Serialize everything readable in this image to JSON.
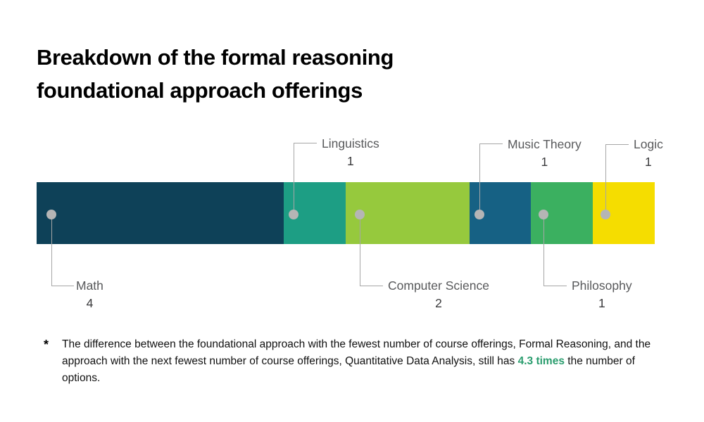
{
  "title": "Breakdown of the formal reasoning\nfoundational approach offerings",
  "chart_data": {
    "type": "bar",
    "orientation": "horizontal-stacked",
    "title": "Breakdown of the formal reasoning foundational approach offerings",
    "xlabel": "",
    "ylabel": "",
    "categories": [
      "Math",
      "Linguistics",
      "Computer Science",
      "Music Theory",
      "Philosophy",
      "Logic"
    ],
    "values": [
      4,
      1,
      2,
      1,
      1,
      1
    ],
    "total": 10,
    "unit": "course offerings",
    "grid": false,
    "legend": "none (direct labels with leader lines)",
    "segments": [
      {
        "label": "Math",
        "value": "4",
        "color": "#0e4158",
        "side": "bottom"
      },
      {
        "label": "Linguistics",
        "value": "1",
        "color": "#1d9e84",
        "side": "top"
      },
      {
        "label": "Computer Science",
        "value": "2",
        "color": "#96c93d",
        "side": "bottom"
      },
      {
        "label": "Music Theory",
        "value": "1",
        "color": "#166184",
        "side": "top"
      },
      {
        "label": "Philosophy",
        "value": "1",
        "color": "#3bb060",
        "side": "bottom"
      },
      {
        "label": "Logic",
        "value": "1",
        "color": "#f5dd00",
        "side": "top"
      }
    ]
  },
  "footnote": {
    "marker": "*",
    "text_before": "The difference between the foundational approach with the fewest number of course offerings, Formal Reasoning, and the approach with the next fewest number of course offerings, Quantitative Data Analysis, still has ",
    "highlight": "4.3 times",
    "text_after": " the number of options.",
    "highlight_color": "#2a9d6e"
  }
}
